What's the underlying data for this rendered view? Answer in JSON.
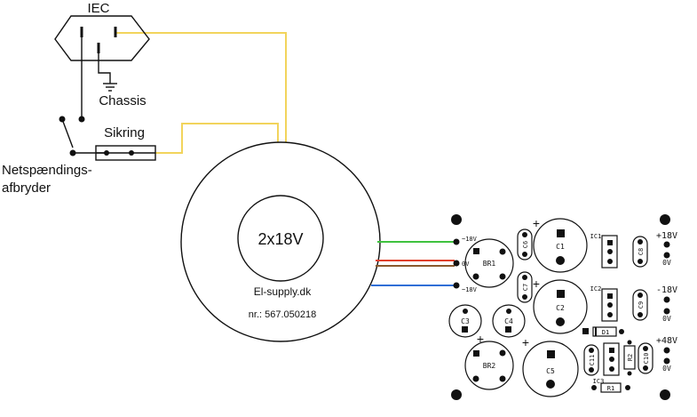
{
  "labels": {
    "iec": "IEC",
    "chassis": "Chassis",
    "fuse": "Sikring",
    "switch_line1": "Netspændings-",
    "switch_line2": "afbryder",
    "transformer_rating": "2x18V",
    "transformer_brand": "El-supply.dk",
    "transformer_part": "nr.: 567.050218"
  },
  "pcb": {
    "in_18a": "~18V",
    "in_0v": "0V",
    "in_18b": "~18V",
    "br1": "BR1",
    "br2": "BR2",
    "c1": "C1",
    "c2": "C2",
    "c3": "C3",
    "c4": "C4",
    "c5": "C5",
    "c6": "C6",
    "c7": "C7",
    "c8": "C8",
    "c9": "C9",
    "c10": "C10",
    "c11": "C11",
    "ic1": "IC1",
    "ic2": "IC2",
    "ic3": "IC3",
    "d1": "D1",
    "r1": "R1",
    "r2": "R2",
    "out_p18": "+18V",
    "out_0v_a": "0V",
    "out_m18": "-18V",
    "out_0v_b": "0V",
    "out_p48": "+48V",
    "out_0v_c": "0V",
    "plus": "+"
  },
  "colors": {
    "mains_wire": "#f2d45c",
    "green_wire": "#3fc23f",
    "red_wire": "#e0402a",
    "brown_wire": "#8a5a2e",
    "blue_wire": "#2f6fd6",
    "ink": "#111111"
  }
}
